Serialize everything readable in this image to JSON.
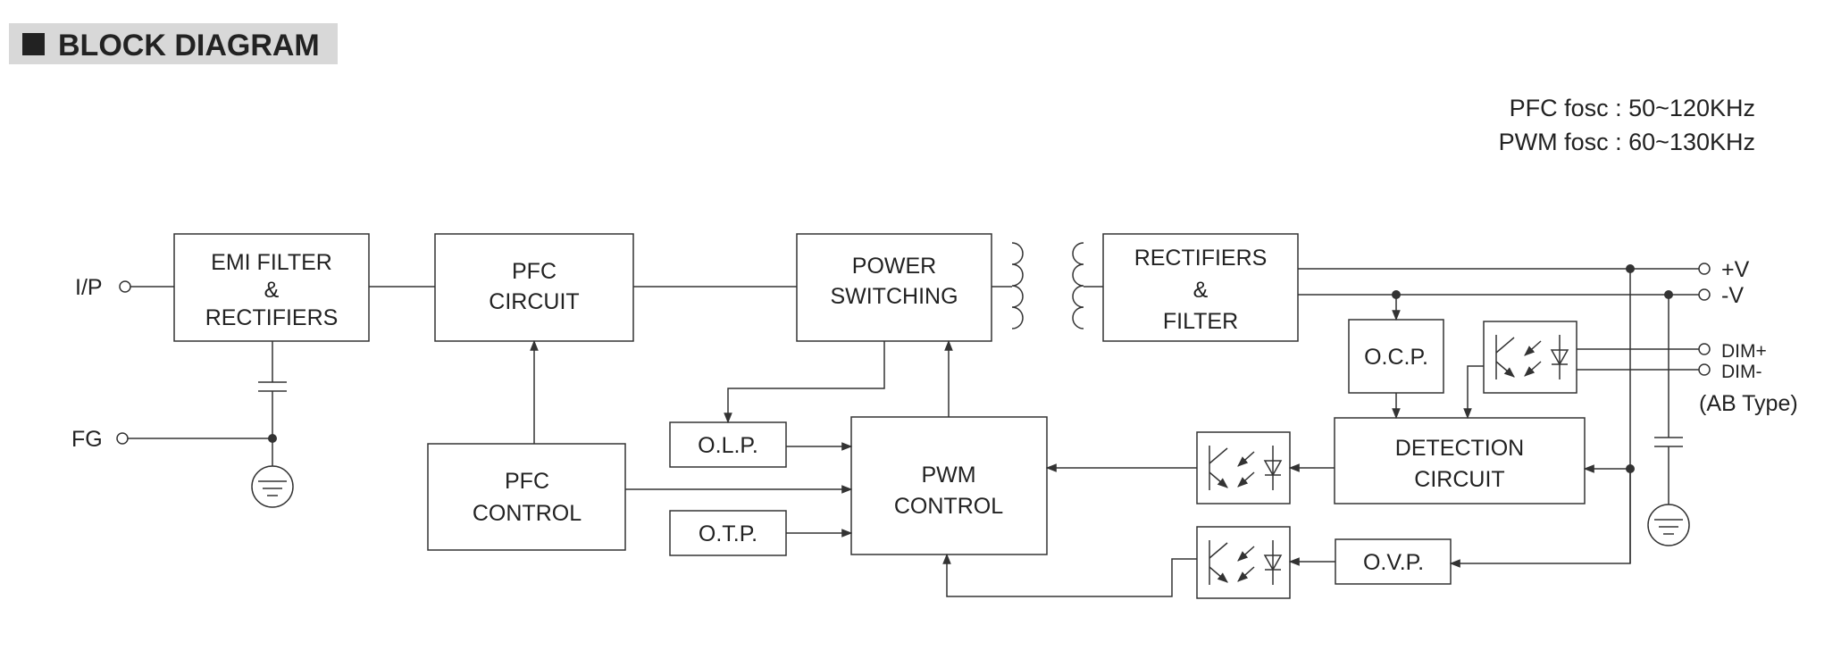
{
  "header": {
    "title": "BLOCK DIAGRAM",
    "bar_color": "#d8d8d8",
    "square_color": "#222222"
  },
  "specs": {
    "pfc_fosc": "PFC fosc : 50~120KHz",
    "pwm_fosc": "PWM fosc : 60~130KHz"
  },
  "blocks": {
    "emi_filter": [
      "EMI FILTER",
      "&",
      "RECTIFIERS"
    ],
    "pfc_circuit": [
      "PFC",
      "CIRCUIT"
    ],
    "power_switching": [
      "POWER",
      "SWITCHING"
    ],
    "rectifiers_filter": [
      "RECTIFIERS",
      "&",
      "FILTER"
    ],
    "pfc_control": [
      "PFC",
      "CONTROL"
    ],
    "pwm_control": [
      "PWM",
      "CONTROL"
    ],
    "olp": "O.L.P.",
    "otp": "O.T.P.",
    "ocp": "O.C.P.",
    "detection": [
      "DETECTION",
      "CIRCUIT"
    ],
    "ovp": "O.V.P."
  },
  "terminals": {
    "ip": "I/P",
    "fg": "FG",
    "vplus": "+V",
    "vminus": "-V",
    "dimplus": "DIM+",
    "dimminus": "DIM-",
    "ab_type": "(AB Type)"
  },
  "colors": {
    "line": "#333333",
    "text": "#222222"
  }
}
